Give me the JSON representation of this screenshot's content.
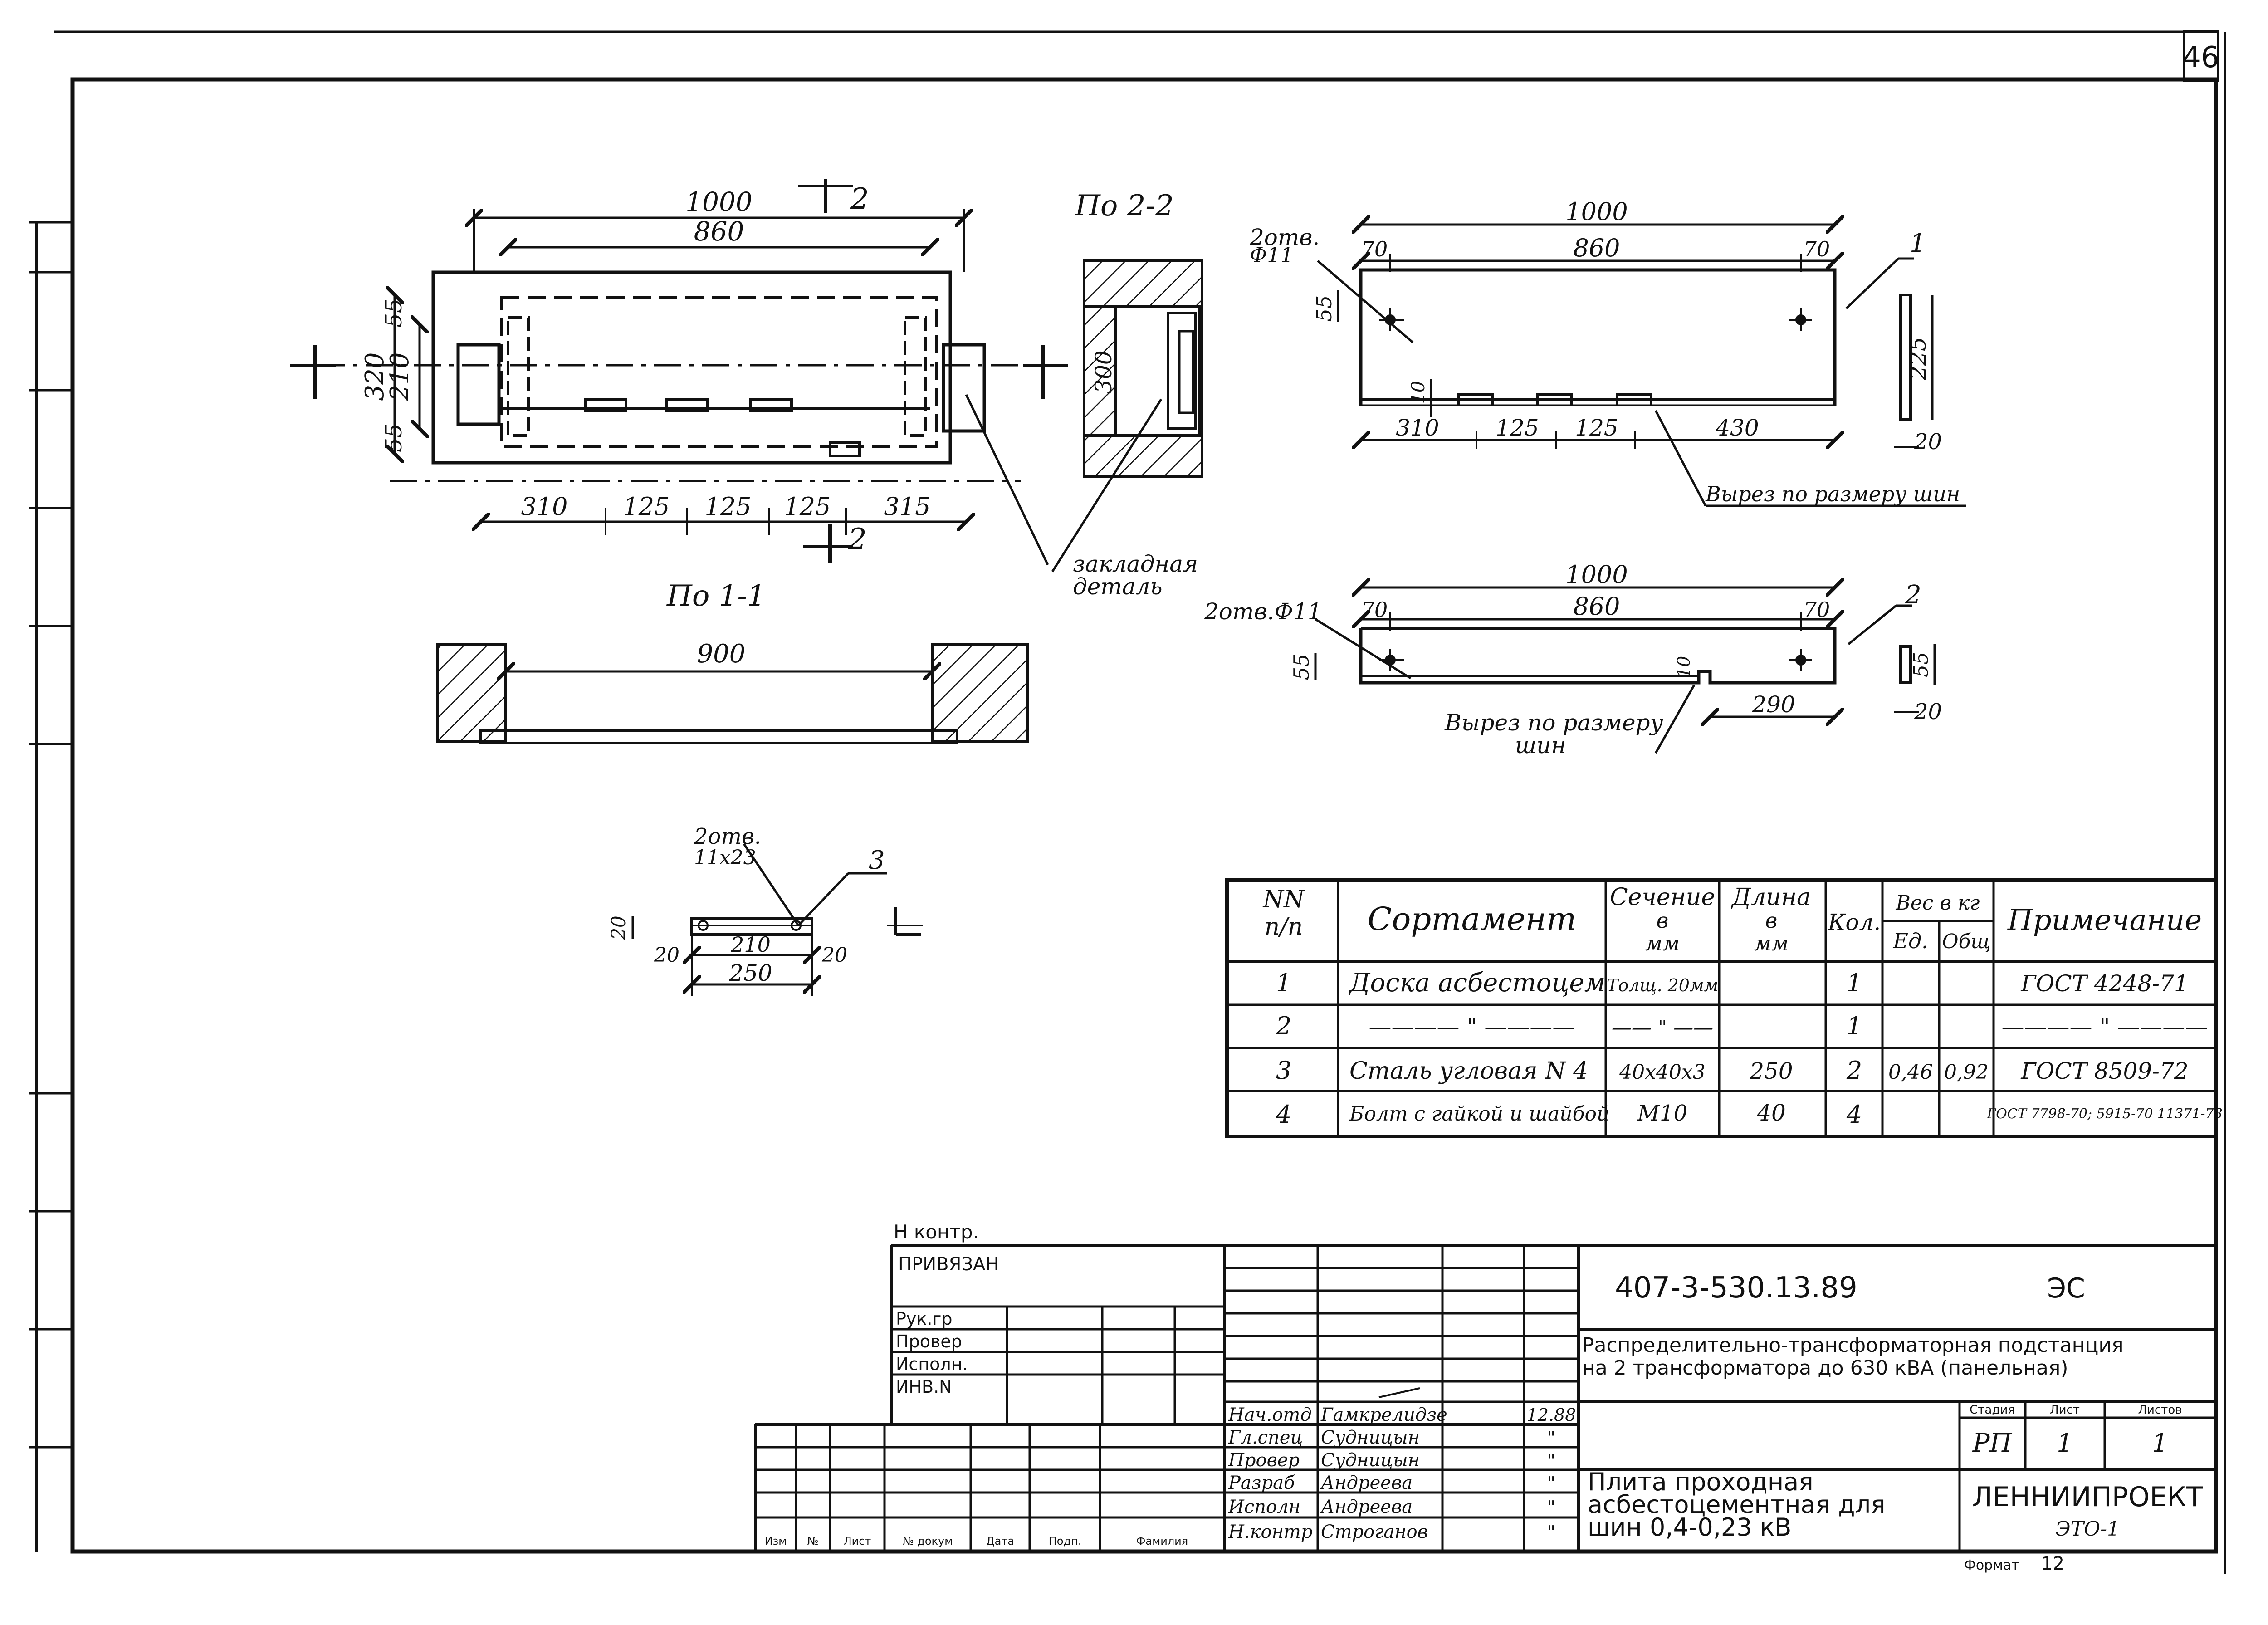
{
  "sheet_number": "46",
  "format": {
    "label": "Формат",
    "value": "12"
  },
  "views": {
    "plan": {
      "dims_top": [
        "1000",
        "860"
      ],
      "dims_left": [
        "320",
        "210",
        "55",
        "55"
      ],
      "dims_bottom": [
        "310",
        "125",
        "125",
        "125",
        "315"
      ],
      "cut_mark": "2"
    },
    "section_11": {
      "title": "По 1-1",
      "dim": "900"
    },
    "section_22": {
      "title": "По 2-2",
      "dim": "300"
    },
    "embedded_label": [
      "закладная",
      "деталь"
    ],
    "detail1": {
      "hole_label": [
        "2отв.",
        "Ф11"
      ],
      "dims": [
        "1000",
        "860",
        "70",
        "70",
        "55",
        "10",
        "225",
        "20"
      ],
      "dims_bottom": [
        "310",
        "125",
        "125",
        "430"
      ],
      "cut_label": "Вырез по размеру шин",
      "pos": "1"
    },
    "detail2": {
      "hole_label": "2отв.Ф11",
      "dims": [
        "1000",
        "860",
        "70",
        "70",
        "55",
        "10",
        "290",
        "55",
        "20"
      ],
      "cut_label": [
        "Вырез по размеру",
        "шин"
      ],
      "pos": "2"
    },
    "detail3": {
      "hole_label": [
        "2отв.",
        "11х23"
      ],
      "dims": [
        "20",
        "20",
        "210",
        "20",
        "250"
      ],
      "pos": "3"
    }
  },
  "spec_table": {
    "headers": {
      "num": [
        "NN",
        "п/п"
      ],
      "name": "Сортамент",
      "section": [
        "Сечение",
        "в",
        "мм"
      ],
      "length": [
        "Длина",
        "в",
        "мм"
      ],
      "qty": "Кол.",
      "weight": "Вес в кг",
      "weight_unit": "Ед.",
      "weight_total": "Общ",
      "note": "Примечание"
    },
    "rows": [
      {
        "num": "1",
        "name": "Доска асбестоцем",
        "section": "Толщ. 20мм",
        "length": "",
        "qty": "1",
        "unit": "",
        "total": "",
        "note": "ГОСТ 4248-71"
      },
      {
        "num": "2",
        "name": "———— \" ————",
        "section": "—— \" ——",
        "length": "",
        "qty": "1",
        "unit": "",
        "total": "",
        "note": "———— \" ————"
      },
      {
        "num": "3",
        "name": "Сталь угловая N 4",
        "section": "40х40х3",
        "length": "250",
        "qty": "2",
        "unit": "0,46",
        "total": "0,92",
        "note": "ГОСТ 8509-72"
      },
      {
        "num": "4",
        "name": "Болт с гайкой и шайбой",
        "section": "М10",
        "length": "40",
        "qty": "4",
        "unit": "",
        "total": "",
        "note": "ГОСТ 7798-70; 5915-70 11371-78"
      }
    ]
  },
  "title_block": {
    "n_kontr": "Н контр.",
    "privyazan": "ПРИВЯЗАН",
    "left_labels": [
      "Рук.гр",
      "Провер",
      "Исполн.",
      "ИНВ.N"
    ],
    "change_headers": [
      "Изм",
      "№",
      "Лист",
      "№ докум",
      "Дата",
      "Подп.",
      "Фамилия"
    ],
    "signers": [
      {
        "role": "Нач.отд",
        "name": "Гамкрелидзе",
        "date": "12.88"
      },
      {
        "role": "Гл.спец",
        "name": "Судницын",
        "date": "\""
      },
      {
        "role": "Провер",
        "name": "Судницын",
        "date": "\""
      },
      {
        "role": "Разраб",
        "name": "Андреева",
        "date": "\""
      },
      {
        "role": "Исполн",
        "name": "Андреева",
        "date": "\""
      },
      {
        "role": "Н.контр",
        "name": "Строганов",
        "date": "\""
      }
    ],
    "doc_code": "407-3-530.13.89",
    "mark": "ЭС",
    "project_title": [
      "Распределительно-трансформаторная подстанция",
      "на 2 трансформатора до 630 кВА (панельная)"
    ],
    "stage_header": [
      "Стадия",
      "Лист",
      "Листов"
    ],
    "stage_values": [
      "РП",
      "1",
      "1"
    ],
    "item_title": [
      "Плита проходная",
      "асбестоцементная для",
      "шин 0,4-0,23 кВ"
    ],
    "org": "ЛЕННИИПРОЕКТ",
    "org_code": "ЭТО-1"
  }
}
